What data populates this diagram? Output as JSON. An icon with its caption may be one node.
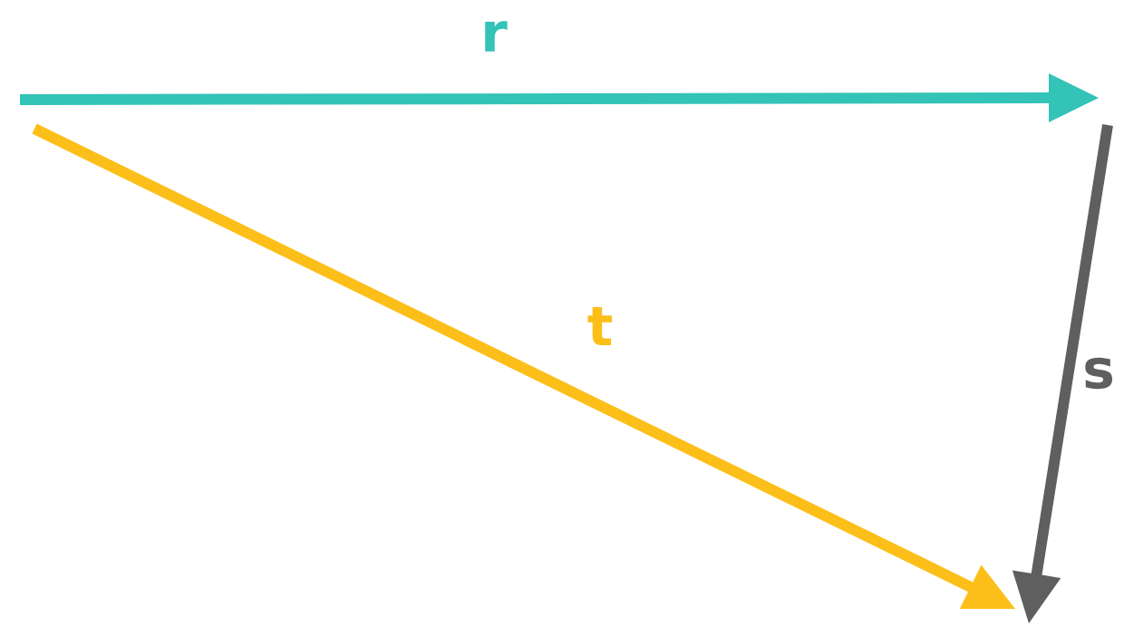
{
  "diagram": {
    "labels": [
      "r",
      "t",
      "s"
    ]
  }
}
